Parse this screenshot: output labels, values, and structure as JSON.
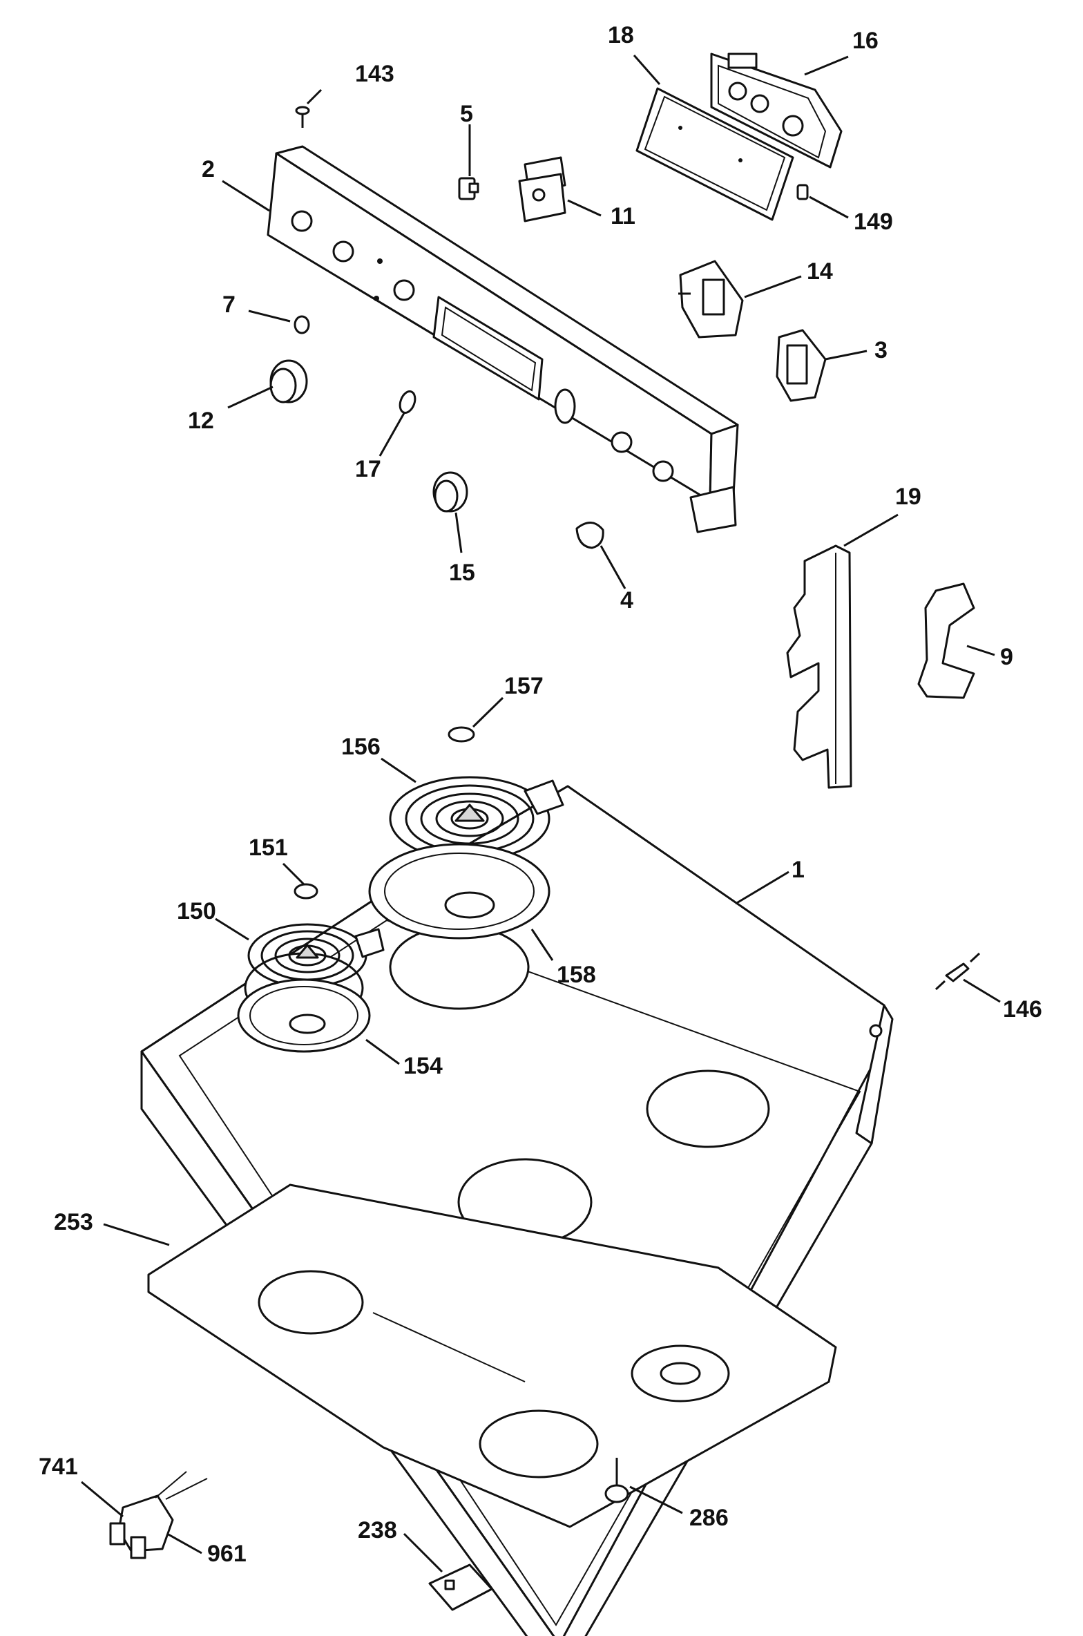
{
  "callouts": {
    "c143": "143",
    "c2": "2",
    "c5": "5",
    "c11": "11",
    "c18": "18",
    "c16": "16",
    "c149": "149",
    "c14": "14",
    "c3": "3",
    "c7": "7",
    "c12": "12",
    "c17": "17",
    "c15": "15",
    "c4": "4",
    "c19": "19",
    "c9": "9",
    "c157": "157",
    "c156": "156",
    "c1": "1",
    "c151": "151",
    "c150": "150",
    "c158": "158",
    "c146": "146",
    "c154": "154",
    "c253": "253",
    "c741": "741",
    "c961": "961",
    "c238": "238",
    "c286": "286"
  }
}
